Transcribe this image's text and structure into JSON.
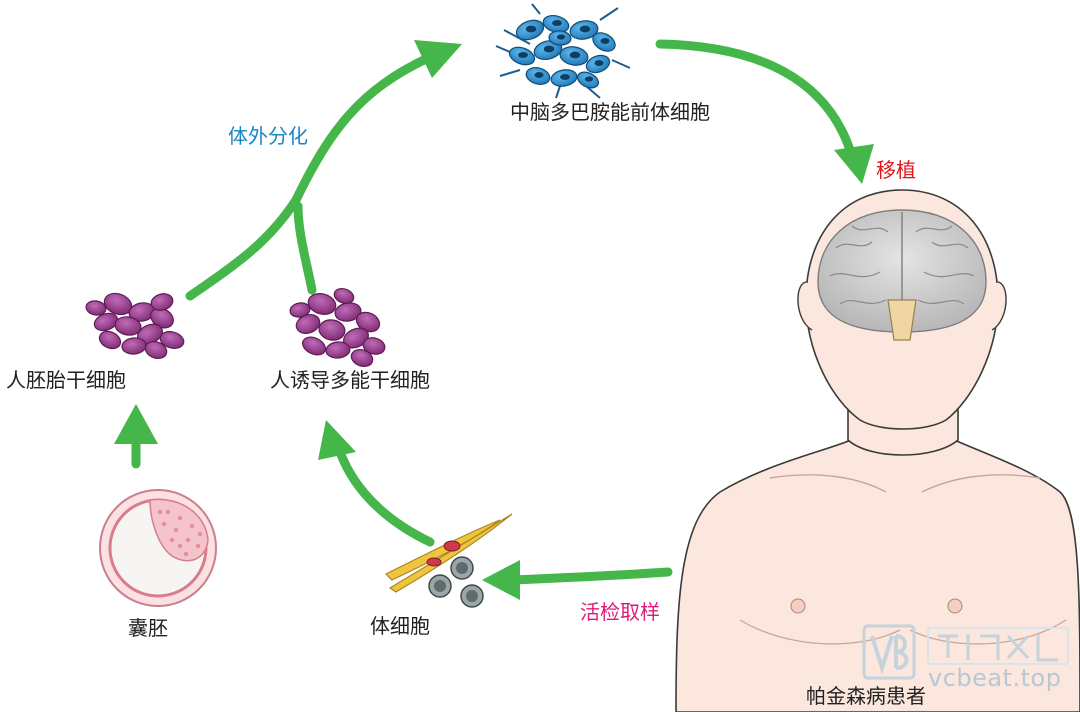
{
  "labels": {
    "midbrain_progenitor": "中脑多巴胺能前体细胞",
    "in_vitro_diff": "体外分化",
    "transplant": "移植",
    "hesc": "人胚胎干细胞",
    "ipsc": "人诱导多能干细胞",
    "blastocyst": "囊胚",
    "somatic": "体细胞",
    "biopsy": "活检取样",
    "patient": "帕金森病患者"
  },
  "watermark": {
    "domain": "vcbeat.top"
  },
  "colors": {
    "arrow": "#45b649",
    "blue_label": "#1a86c4",
    "red_label": "#e0161c",
    "pink_label": "#dd1a7c",
    "stem_cell": "#9b3a8f",
    "neuron": "#2f9ad9",
    "skin": "#fbe7dd"
  }
}
